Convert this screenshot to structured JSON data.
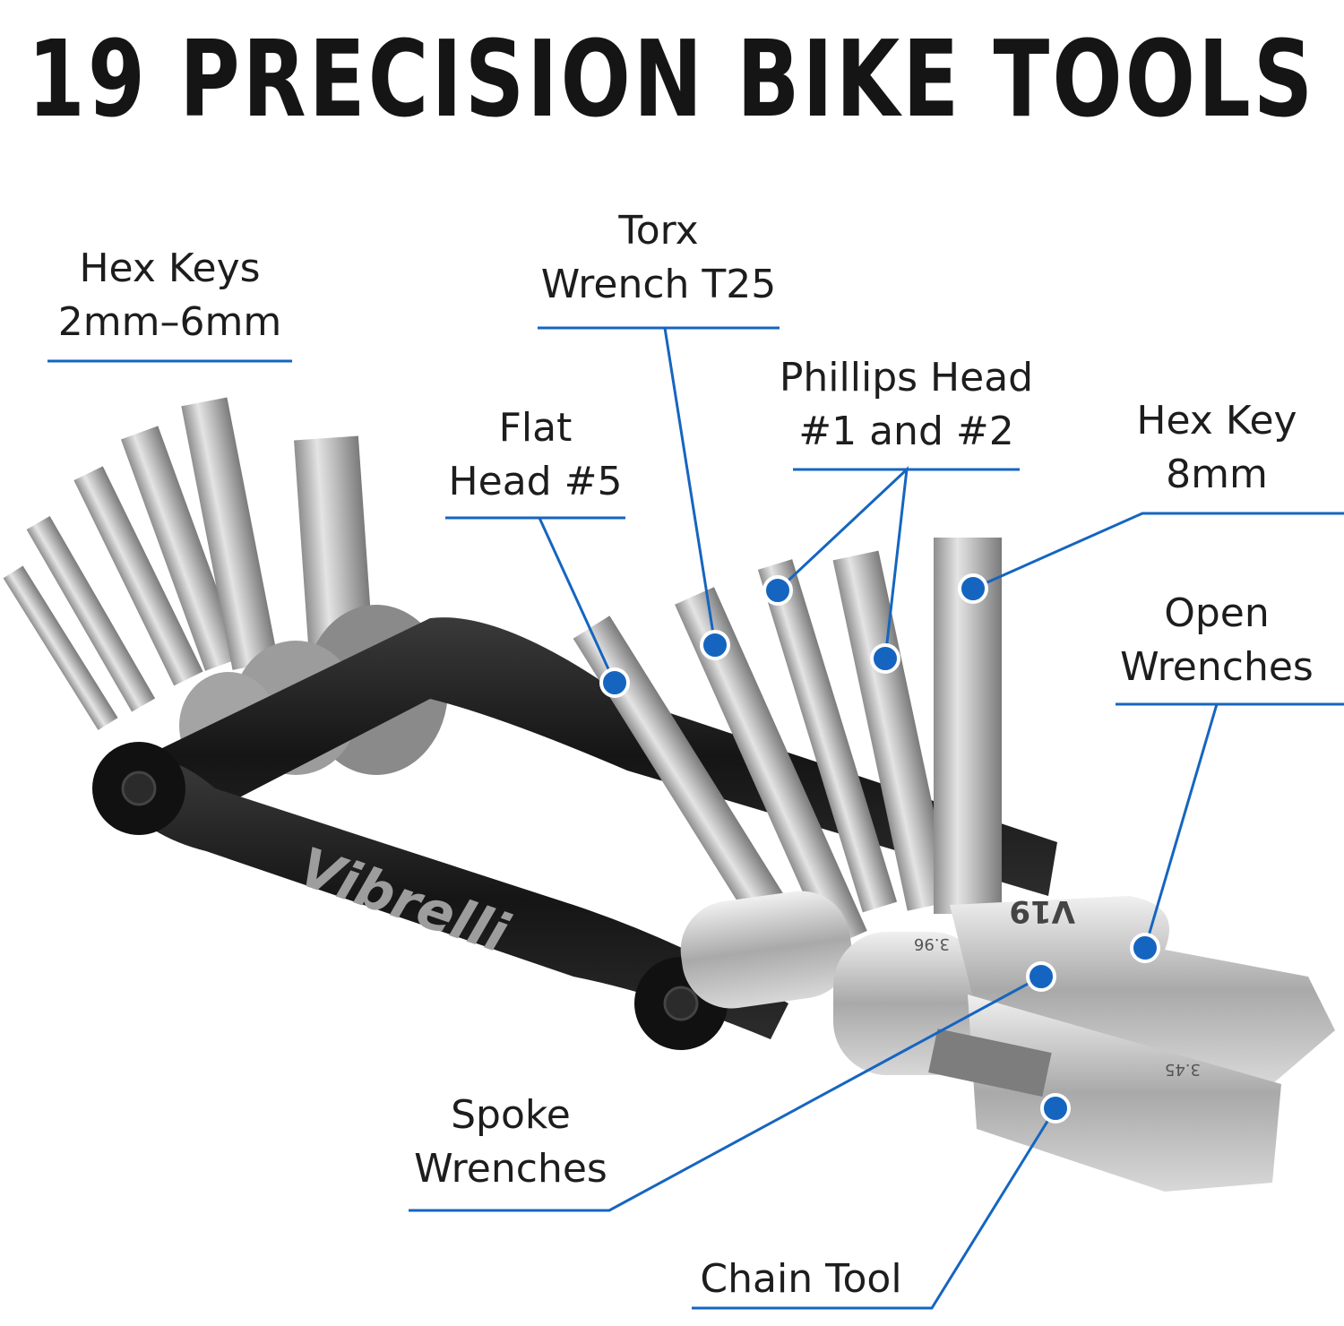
{
  "headline": "19 PRECISION BIKE TOOLS",
  "brand": "Vibrelli",
  "colors": {
    "accent": "#1565c0",
    "text": "#1a1a1a",
    "steel": "#c8c8c8",
    "body": "#1e1e1e"
  },
  "callouts": {
    "hex_keys": {
      "line1": "Hex Keys",
      "line2": "2mm–6mm"
    },
    "torx": {
      "line1": "Torx",
      "line2": "Wrench T25"
    },
    "phillips": {
      "line1": "Phillips Head",
      "line2": "#1 and #2"
    },
    "flat_head": {
      "line1": "Flat",
      "line2": "Head #5"
    },
    "hex_key_8": {
      "line1": "Hex Key",
      "line2": "8mm"
    },
    "open_wrenches": {
      "line1": "Open",
      "line2": "Wrenches"
    },
    "spoke_wrenches": {
      "line1": "Spoke",
      "line2": "Wrenches"
    },
    "chain_tool": {
      "line1": "Chain Tool"
    }
  },
  "engravings": {
    "model": "V19",
    "size_a": "3.96",
    "size_b": "3.45"
  }
}
